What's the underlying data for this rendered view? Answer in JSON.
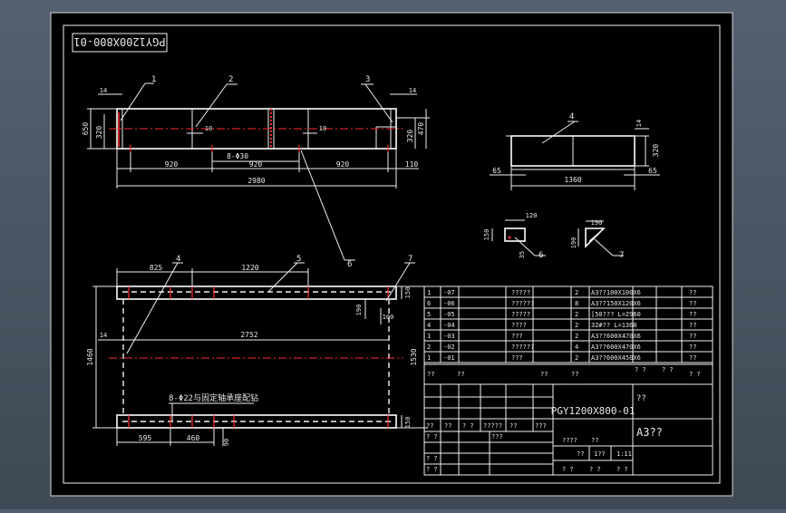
{
  "drawing": {
    "title_rotated": "PGY1200X800-01",
    "drawing_number": "PGY1200X800-01",
    "sheet_size": "A3??"
  },
  "front_view": {
    "balloons": [
      "1",
      "2",
      "3",
      "6"
    ],
    "dims": {
      "top_left_14": "14",
      "top_right_14": "14",
      "h650": "650",
      "h320_left": "320",
      "h320_right": "320",
      "h470": "470",
      "w10_a": "10",
      "w10_b": "10",
      "w920_a": "920",
      "w920_b": "920",
      "w920_c": "920",
      "holes": "8-Φ30",
      "w110": "110",
      "w2980": "2980"
    }
  },
  "side_view": {
    "balloon": "4",
    "dims": {
      "t14": "14",
      "h320": "320",
      "w65_left": "65",
      "w1360": "1360",
      "w65_right": "65"
    }
  },
  "detail_6": {
    "balloon": "6",
    "dims": {
      "w120": "120",
      "h150": "150",
      "d35": "35"
    }
  },
  "detail_7": {
    "balloon": "7",
    "dims": {
      "w190": "190",
      "h190": "190"
    }
  },
  "plan_view": {
    "balloons": [
      "4",
      "5",
      "7"
    ],
    "dims": {
      "w825": "825",
      "w1220": "1220",
      "h150_top": "150",
      "h190": "190",
      "h100": "100",
      "w14": "14",
      "w2752": "2752",
      "h1460": "1460",
      "h1530": "1530",
      "h150_bot": "150",
      "w595": "595",
      "w460": "460",
      "h90": "90"
    },
    "note": "8-Φ22与固定轴承座配钻"
  },
  "bom": {
    "rows": [
      {
        "no": "1",
        "code": "-07",
        "name": "?????",
        "qty": "2",
        "material": "A3??100X100X6",
        "c5": "",
        "c6": "",
        "remark": "??"
      },
      {
        "no": "6",
        "code": "-06",
        "name": "??????",
        "qty": "8",
        "material": "A3??150X120X6",
        "c5": "",
        "c6": "",
        "remark": "??"
      },
      {
        "no": "5",
        "code": "-05",
        "name": "?????",
        "qty": "2",
        "material": "[50??? L=2960",
        "c5": "",
        "c6": "",
        "remark": "??"
      },
      {
        "no": "4",
        "code": "-04",
        "name": "????",
        "qty": "2",
        "material": "32#?? L=1360",
        "c5": "",
        "c6": "",
        "remark": "??"
      },
      {
        "no": "1",
        "code": "-03",
        "name": "???",
        "qty": "2",
        "material": "A3??600X470X6",
        "c5": "",
        "c6": "",
        "remark": "??"
      },
      {
        "no": "2",
        "code": "-02",
        "name": "??????",
        "qty": "4",
        "material": "A3??600X470X6",
        "c5": "",
        "c6": "",
        "remark": "??"
      },
      {
        "no": "1",
        "code": "-01",
        "name": "???",
        "qty": "2",
        "material": "A3??600X450X6",
        "c5": "",
        "c6": "",
        "remark": "??"
      }
    ],
    "header_labels": [
      "??",
      "??",
      "??",
      "??",
      "? ?",
      "? ?",
      "? ?"
    ]
  },
  "title_block": {
    "name_label": "??",
    "row_labels": [
      "??",
      "??",
      "? ?",
      "?????",
      "??",
      "???"
    ],
    "left_labels": [
      "? ?",
      "???",
      "? ?",
      "? ?"
    ],
    "scale_labels": [
      "????",
      "??",
      "??",
      "1??",
      "1:11"
    ],
    "bottom_labels": [
      "? ?",
      "? ?",
      "? ?"
    ]
  }
}
